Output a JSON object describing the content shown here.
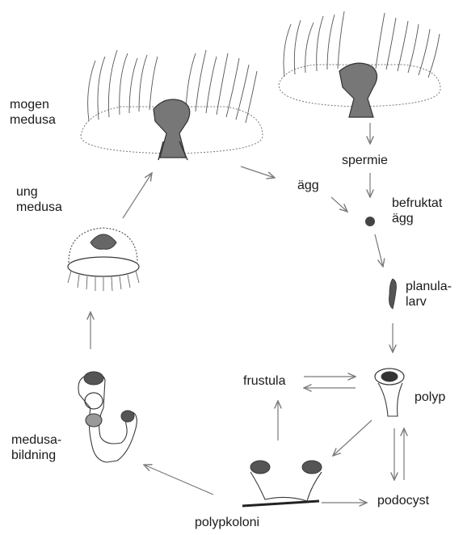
{
  "labels": {
    "mature_medusa": [
      "mogen",
      "medusa"
    ],
    "young_medusa": [
      "ung",
      "medusa"
    ],
    "sperm": "spermie",
    "egg": "ägg",
    "fertilized_egg": [
      "befruktat",
      "ägg"
    ],
    "planula": [
      "planula-",
      "larv"
    ],
    "polyp": "polyp",
    "frustula": "frustula",
    "podocyst": "podocyst",
    "polyp_colony": "polypkoloni",
    "medusa_budding": [
      "medusa-",
      "bildning"
    ]
  },
  "colors": {
    "ink": "#3a3a3a",
    "arrow": "#7a7a7a",
    "tissue": "#555555"
  }
}
